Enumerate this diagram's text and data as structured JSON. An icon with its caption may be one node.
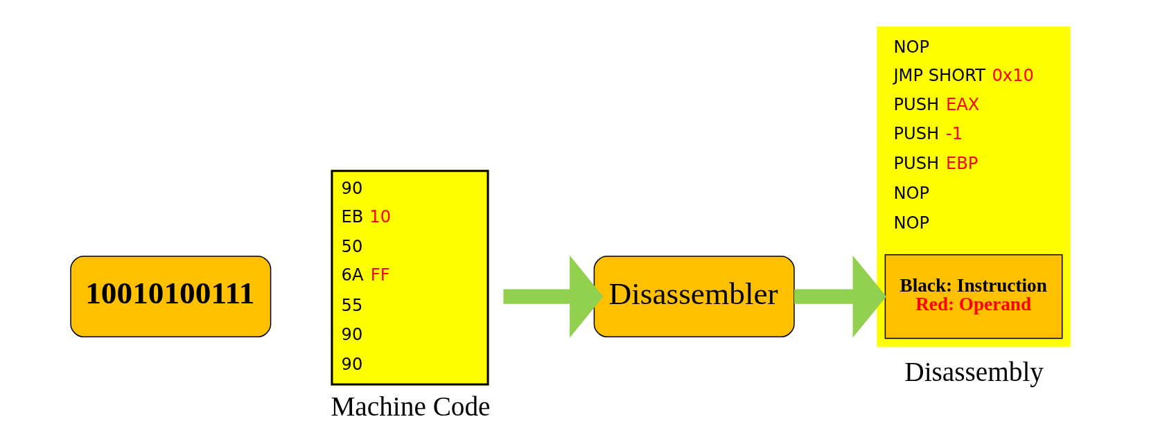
{
  "diagram": {
    "nodes": [
      {
        "text": [
          "10010100111"
        ]
      },
      {
        "text": [
          "90",
          "EB 10",
          "50",
          "6A FF",
          "55",
          "90",
          "90"
        ],
        "beside": [
          "Machine Code"
        ]
      },
      {
        "text": [
          "Disassembler"
        ]
      },
      {
        "text": [
          "NOP",
          "JMP SHORT 0x10",
          "PUSH EAX",
          "PUSH -1",
          "PUSH EBP",
          "NOP",
          "NOP"
        ],
        "beside": [
          "Disassembly"
        ]
      },
      {
        "text": [
          "Black: Instruction",
          "Red: Operand"
        ],
        "in": 3
      }
    ],
    "edges": [
      {
        "from": 1,
        "to": 2,
        "arrow": "to"
      },
      {
        "from": 2,
        "to": 3,
        "arrow": "to"
      }
    ]
  }
}
